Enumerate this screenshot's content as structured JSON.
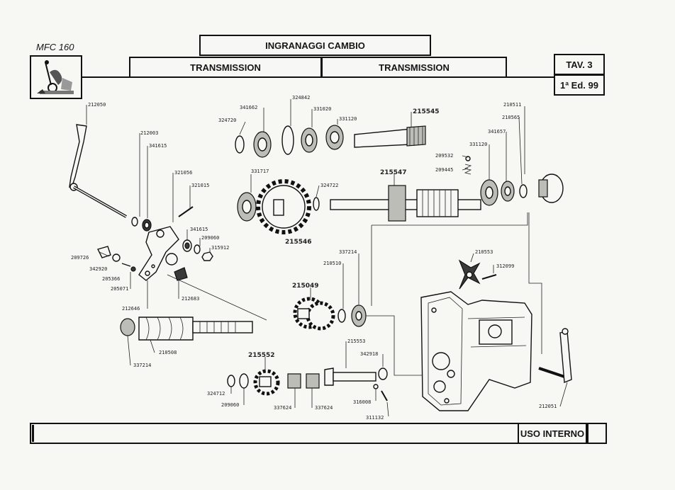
{
  "header": {
    "model": "MFC 160",
    "title": "INGRANAGGI CAMBIO",
    "subtitle_left": "TRANSMISSION",
    "subtitle_right": "TRANSMISSION",
    "table_number": "TAV. 3",
    "edition": "1ª Ed. 99"
  },
  "footer": {
    "uso": "USO INTERNO"
  },
  "parts": {
    "p212050": "212050",
    "p212003": "212003",
    "p341615a": "341615",
    "p321056": "321056",
    "p321015": "321015",
    "p341615b": "341615",
    "p209060a": "209060",
    "p315912": "315912",
    "p209726": "209726",
    "p342920": "342920",
    "p205366": "205366",
    "p205071": "205071",
    "p212646": "212646",
    "p212683": "212683",
    "p324720": "324720",
    "p341662": "341662",
    "p324842": "324842",
    "p331020": "331020",
    "p331120a": "331120",
    "p215545": "215545",
    "p331717": "331717",
    "p324722": "324722",
    "p215547": "215547",
    "p215546": "215546",
    "p209532": "209532",
    "p209445": "209445",
    "p331120b": "331120",
    "p341657": "341657",
    "p210565": "210565",
    "p210511": "210511",
    "p337214a": "337214",
    "p210510": "210510",
    "p215049": "215049",
    "p210553": "210553",
    "p312099": "312099",
    "p210508": "210508",
    "p337214b": "337214",
    "p215553": "215553",
    "p342918": "342918",
    "p215552": "215552",
    "p324712": "324712",
    "p209060b": "209060",
    "p337624a": "337624",
    "p337624b": "337624",
    "p316008": "316008",
    "p311132": "311132",
    "p212051": "212051"
  }
}
